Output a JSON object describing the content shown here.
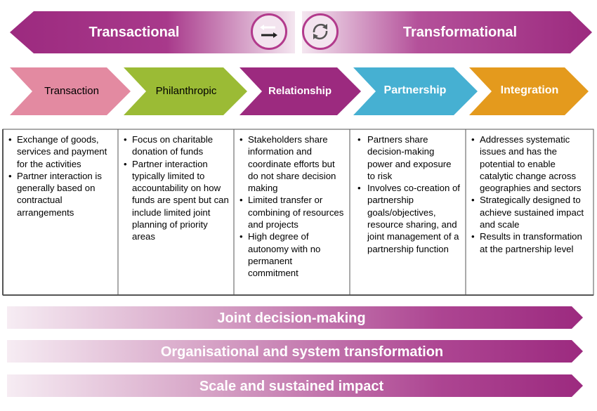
{
  "header": {
    "left_label": "Transactional",
    "right_label": "Transformational",
    "left_icon": "arrows-swap-icon",
    "right_icon": "cycle-arrows-icon",
    "accent": "#9c2a7f"
  },
  "stages": [
    {
      "label": "Transaction",
      "color": "#e38aa1",
      "text_color": "#000000",
      "bullets": [
        "Exchange of goods, services and payment for the activities",
        "Partner interaction is generally based on contractual arrangements"
      ]
    },
    {
      "label": "Philanthropic",
      "color": "#9bbb35",
      "text_color": "#000000",
      "bullets": [
        "Focus on charitable donation of funds",
        "Partner interaction typically limited to accountability on how funds are spent but can include limited joint planning of priority areas"
      ]
    },
    {
      "label": "Relationship",
      "color": "#9c2a7f",
      "text_color": "#ffffff",
      "bullets": [
        "Stakeholders share information and coordinate efforts but do not share decision making",
        "Limited transfer or combining of resources and projects",
        "High degree of autonomy with no permanent commitment"
      ]
    },
    {
      "label": "Partnership",
      "color": "#46b0d2",
      "text_color": "#ffffff",
      "bullets": [
        "Partners share decision-making power and exposure to risk",
        "Involves co-creation of partnership goals/objectives, resource sharing, and joint management of a partnership function"
      ]
    },
    {
      "label": "Integration",
      "color": "#e49a1d",
      "text_color": "#ffffff",
      "bullets": [
        "Addresses systematic issues and has the potential to enable catalytic change across geographies and sectors",
        "Strategically designed to achieve sustained impact and scale",
        "Results in transformation at the partnership level"
      ]
    }
  ],
  "bands": [
    {
      "label": "Joint decision-making"
    },
    {
      "label": "Organisational and system transformation"
    },
    {
      "label": "Scale and sustained impact"
    }
  ]
}
